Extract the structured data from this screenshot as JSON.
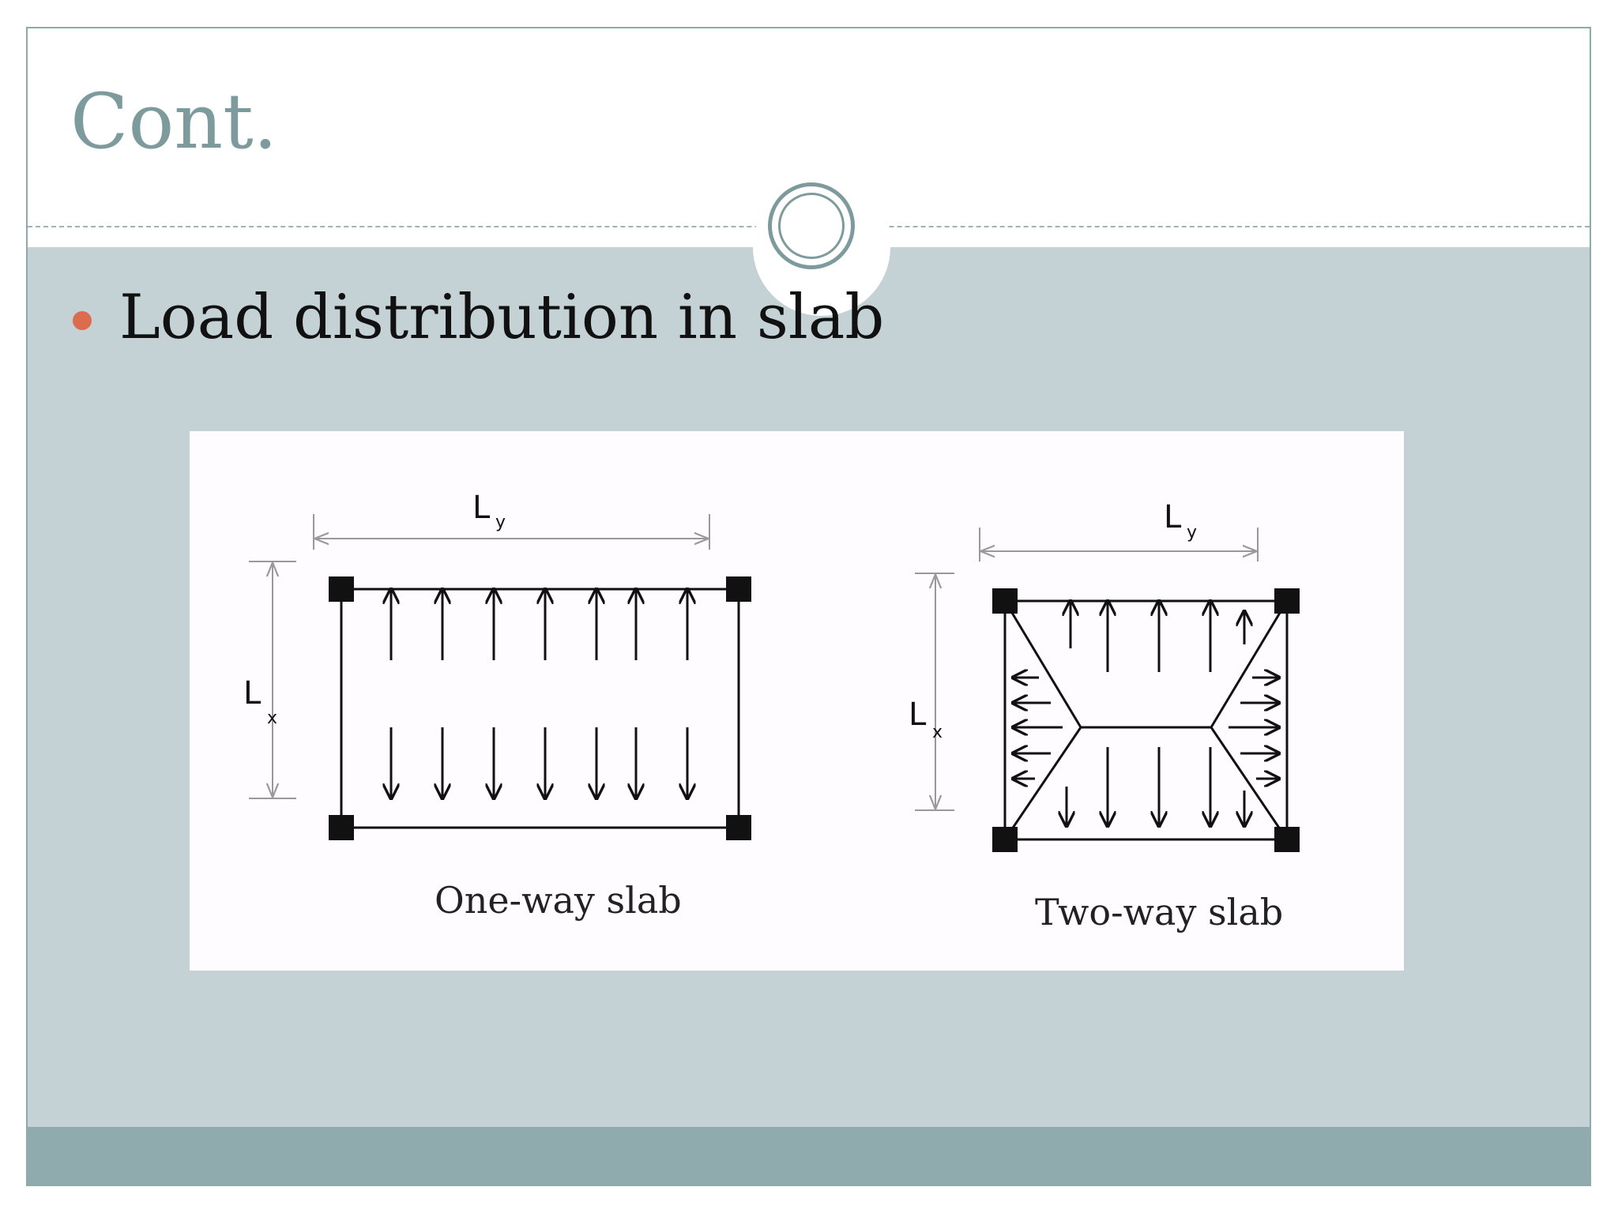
{
  "slide": {
    "title": "Cont.",
    "bullet": "Load distribution in slab"
  },
  "diagram": {
    "one_way": {
      "ly_label": "L",
      "ly_sub": "y",
      "lx_label": "L",
      "lx_sub": "x",
      "caption": "One-way slab"
    },
    "two_way": {
      "ly_label": "L",
      "ly_sub": "y",
      "lx_label": "L",
      "lx_sub": "x",
      "caption": "Two-way slab"
    }
  },
  "colors": {
    "title": "#7d9b9d",
    "content_bg": "#c4d2d6",
    "footer": "#8fabad",
    "bullet": "#dd6b4d"
  }
}
